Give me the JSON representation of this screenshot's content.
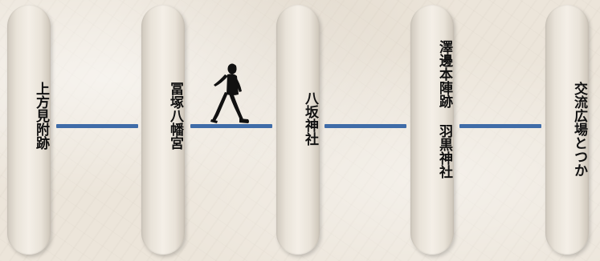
{
  "stops": [
    {
      "id": "kamikata-mitsukeato",
      "label": "上方見附跡"
    },
    {
      "id": "tomizuka-hachimangu",
      "label": "冨塚八幡宮"
    },
    {
      "id": "yasaka-jinja",
      "label": "八坂神社"
    },
    {
      "id": "sawabe-honjinato-haguro",
      "label": "澤邊本陣跡 羽黒神社"
    },
    {
      "id": "koryu-hiroba-totsuka",
      "label": "交流広場とつか"
    }
  ],
  "walker_icon": "walking-person-icon",
  "colors": {
    "connector": "#3f6ca8",
    "text": "#111111",
    "walker": "#111111"
  }
}
